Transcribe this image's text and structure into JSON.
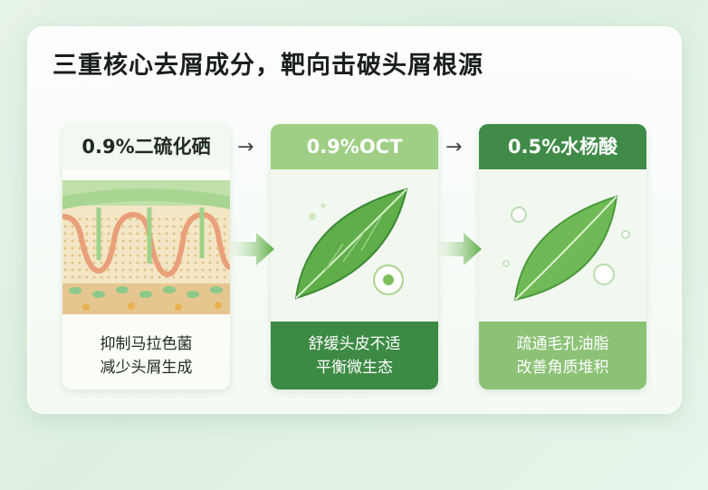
{
  "title": "三重核心去屑成分，靶向击破头屑根源",
  "cards": [
    {
      "heading": "0.9%二硫化硒",
      "line1": "抑制马拉色菌",
      "line2": "减少头屑生成"
    },
    {
      "heading": "0.9%OCT",
      "line1": "舒缓头皮不适",
      "line2": "平衡微生态"
    },
    {
      "heading": "0.5%水杨酸",
      "line1": "疏通毛孔油脂",
      "line2": "改善角质堆积"
    }
  ],
  "arrow_glyph": "→",
  "colors": {
    "accent_dark": "#3c8a44",
    "accent_light": "#9fcf84",
    "background": "#e6f3e7"
  }
}
